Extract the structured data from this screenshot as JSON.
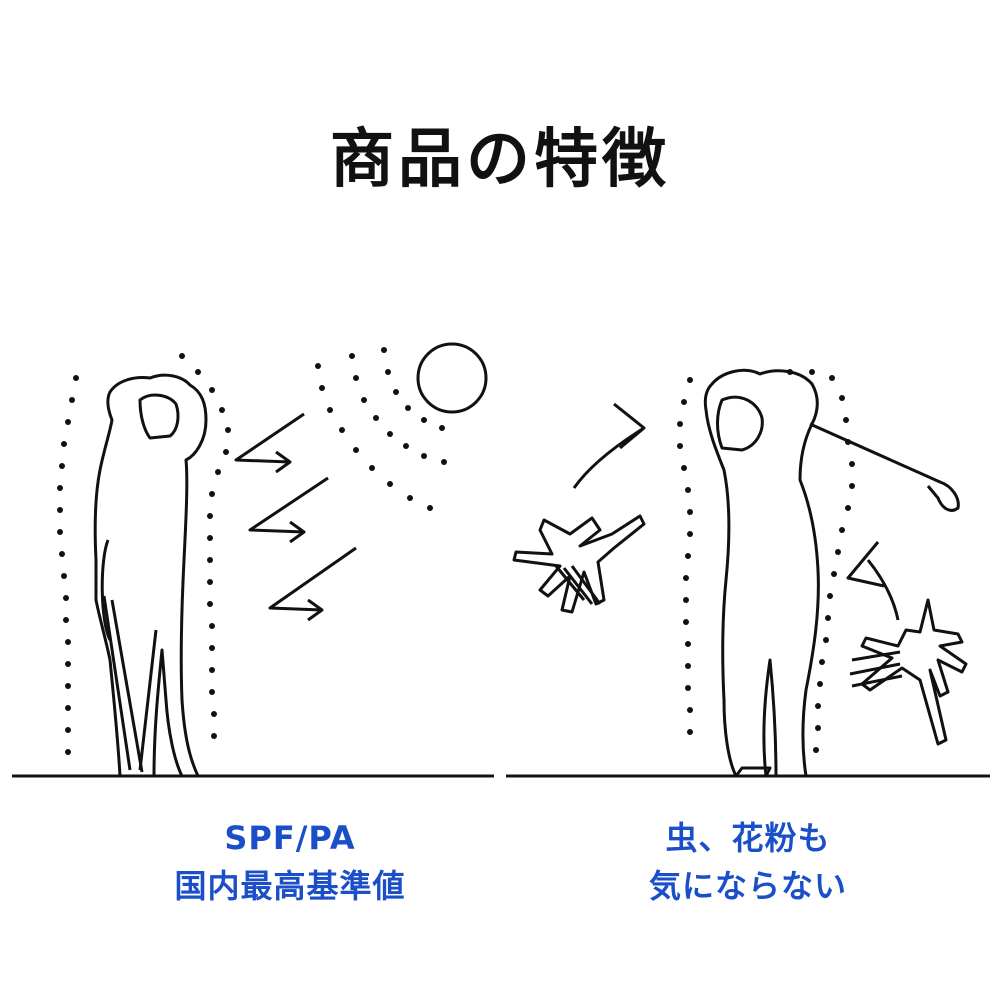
{
  "title": "商品の特徴",
  "features": [
    {
      "line1": "SPF/PA",
      "line2": "国内最高基準値"
    },
    {
      "line1": "虫、花粉も",
      "line2": "気にならない"
    }
  ],
  "colors": {
    "accent": "#1a4fc8",
    "ink": "#111111"
  }
}
